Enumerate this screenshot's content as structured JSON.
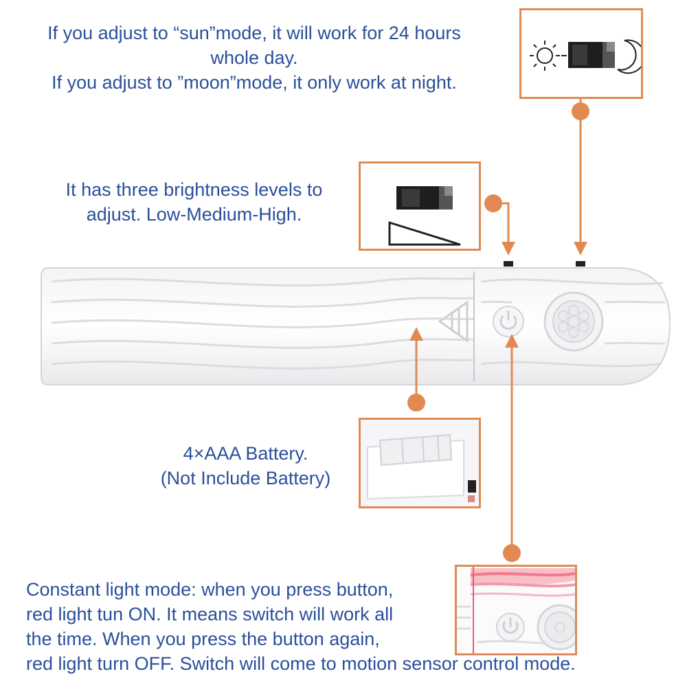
{
  "captions": {
    "sun_moon": {
      "line1": "If you adjust to “sun”mode, it will work for 24 hours",
      "line2": "whole day.",
      "line3": "If you adjust to ”moon”mode, it only work at night."
    },
    "brightness": {
      "line1": "It has three brightness levels to",
      "line2": "adjust. Low-Medium-High."
    },
    "battery": {
      "line1": "4×AAA Battery.",
      "line2": "(Not Include Battery)"
    },
    "constant": {
      "line1": "Constant light mode: when you press button,",
      "line2": "red light tun ON. It means switch will work all",
      "line3": "the time.   When you press the button again,",
      "line4": "red light turn OFF. Switch will come to motion sensor control mode."
    }
  },
  "colors": {
    "text": "#2a4f9a",
    "accent": "#e08a52",
    "indicator_red": "#f08a9a"
  },
  "icons": [
    "sun-icon",
    "moon-icon",
    "slide-switch-icon",
    "brightness-ramp-icon",
    "power-button-icon",
    "motion-sensor-icon"
  ]
}
